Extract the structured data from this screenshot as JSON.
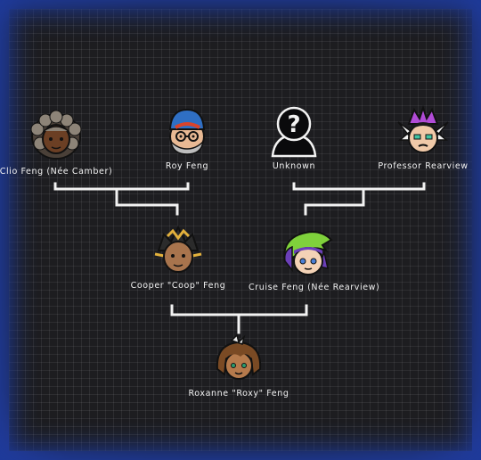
{
  "members": {
    "clio": {
      "name": "Clio Feng (Née Camber)"
    },
    "roy": {
      "name": "Roy Feng"
    },
    "unknown": {
      "name": "Unknown",
      "glyph": "?"
    },
    "professor": {
      "name": "Professor Rearview"
    },
    "cooper": {
      "name": "Cooper \"Coop\" Feng"
    },
    "cruise": {
      "name": "Cruise Feng (Née Rearview)"
    },
    "roxanne": {
      "name": "Roxanne \"Roxy\" Feng"
    }
  },
  "colors": {
    "background": "#1d1d20",
    "grid": "#2c2c30",
    "border_glow": "#2a3fa0",
    "connector": "#f2f2f2",
    "text": "#f2f2f2"
  }
}
